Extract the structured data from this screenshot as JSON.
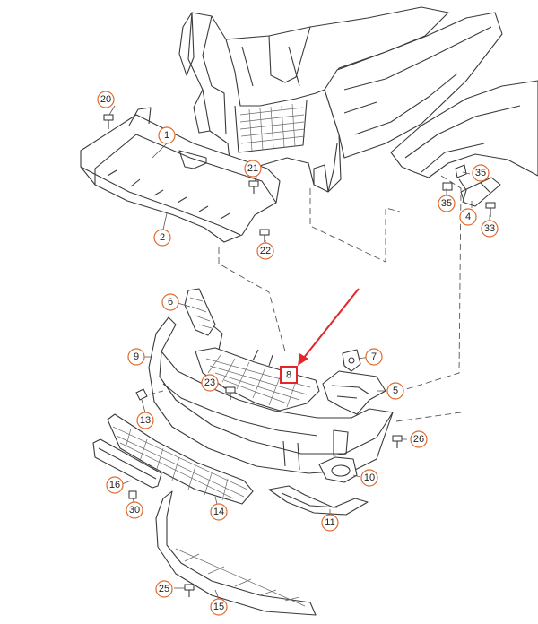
{
  "diagram": {
    "accent_color": "#e06a2c",
    "highlight_color": "#e4252b",
    "callouts": [
      {
        "id": "c1",
        "label": "1"
      },
      {
        "id": "c2",
        "label": "2"
      },
      {
        "id": "c4",
        "label": "4"
      },
      {
        "id": "c5",
        "label": "5"
      },
      {
        "id": "c6",
        "label": "6"
      },
      {
        "id": "c7",
        "label": "7"
      },
      {
        "id": "c9",
        "label": "9"
      },
      {
        "id": "c10",
        "label": "10"
      },
      {
        "id": "c11",
        "label": "11"
      },
      {
        "id": "c13",
        "label": "13"
      },
      {
        "id": "c14",
        "label": "14"
      },
      {
        "id": "c15",
        "label": "15"
      },
      {
        "id": "c16",
        "label": "16"
      },
      {
        "id": "c20",
        "label": "20"
      },
      {
        "id": "c21",
        "label": "21"
      },
      {
        "id": "c22",
        "label": "22"
      },
      {
        "id": "c23",
        "label": "23"
      },
      {
        "id": "c25",
        "label": "25"
      },
      {
        "id": "c26",
        "label": "26"
      },
      {
        "id": "c30",
        "label": "30"
      },
      {
        "id": "c33",
        "label": "33"
      },
      {
        "id": "c35a",
        "label": "35"
      },
      {
        "id": "c35b",
        "label": "35"
      }
    ],
    "highlighted_part": {
      "label": "8"
    }
  }
}
